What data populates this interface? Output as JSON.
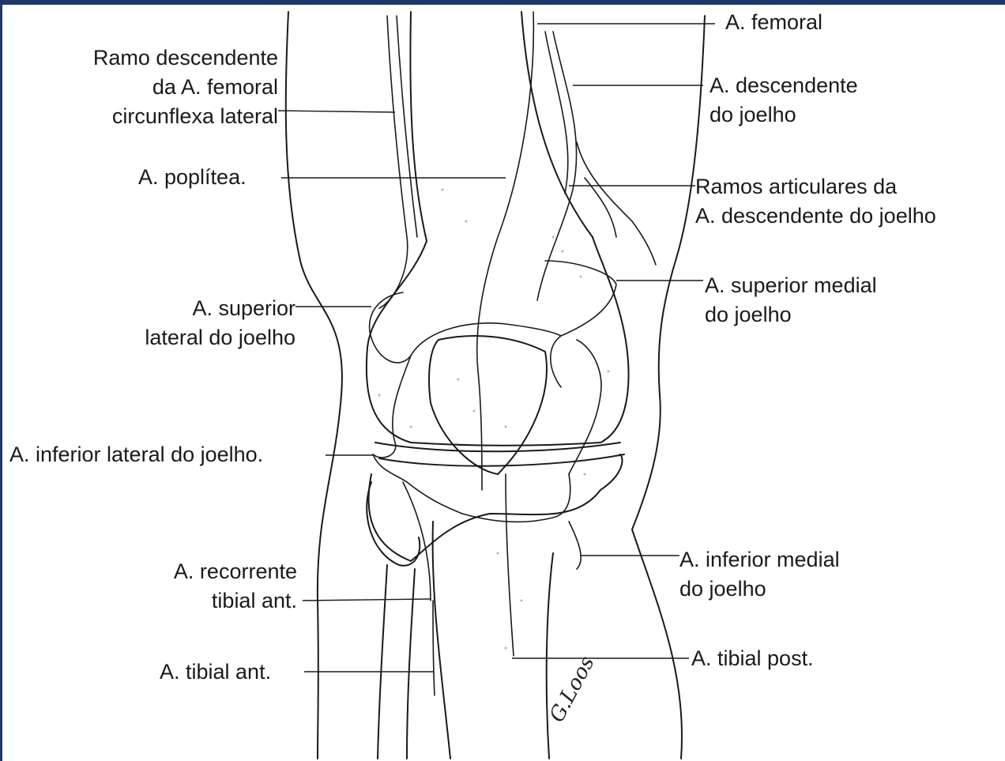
{
  "labels": {
    "femoral": "A. femoral",
    "ramo_descendente": "Ramo descendente\nda A. femoral\ncircunflexa lateral",
    "descendente_joelho": "A. descendente\ndo joelho",
    "poplitea": "A. poplítea.",
    "ramos_articulares": "Ramos articulares da\nA. descendente do joelho",
    "superior_medial": "A. superior medial\ndo joelho",
    "superior_lateral": "A. superior\nlateral do joelho",
    "inferior_lateral": "A. inferior lateral do joelho.",
    "recorrente_tibial": "A. recorrente\ntibial ant.",
    "inferior_medial": "A. inferior medial\ndo joelho",
    "tibial_ant": "A. tibial ant.",
    "tibial_post": "A. tibial post."
  },
  "signature": "G.Loos",
  "colors": {
    "ink": "#1a1a1a",
    "frame": "#1b3a6b",
    "background": "#ffffff"
  }
}
